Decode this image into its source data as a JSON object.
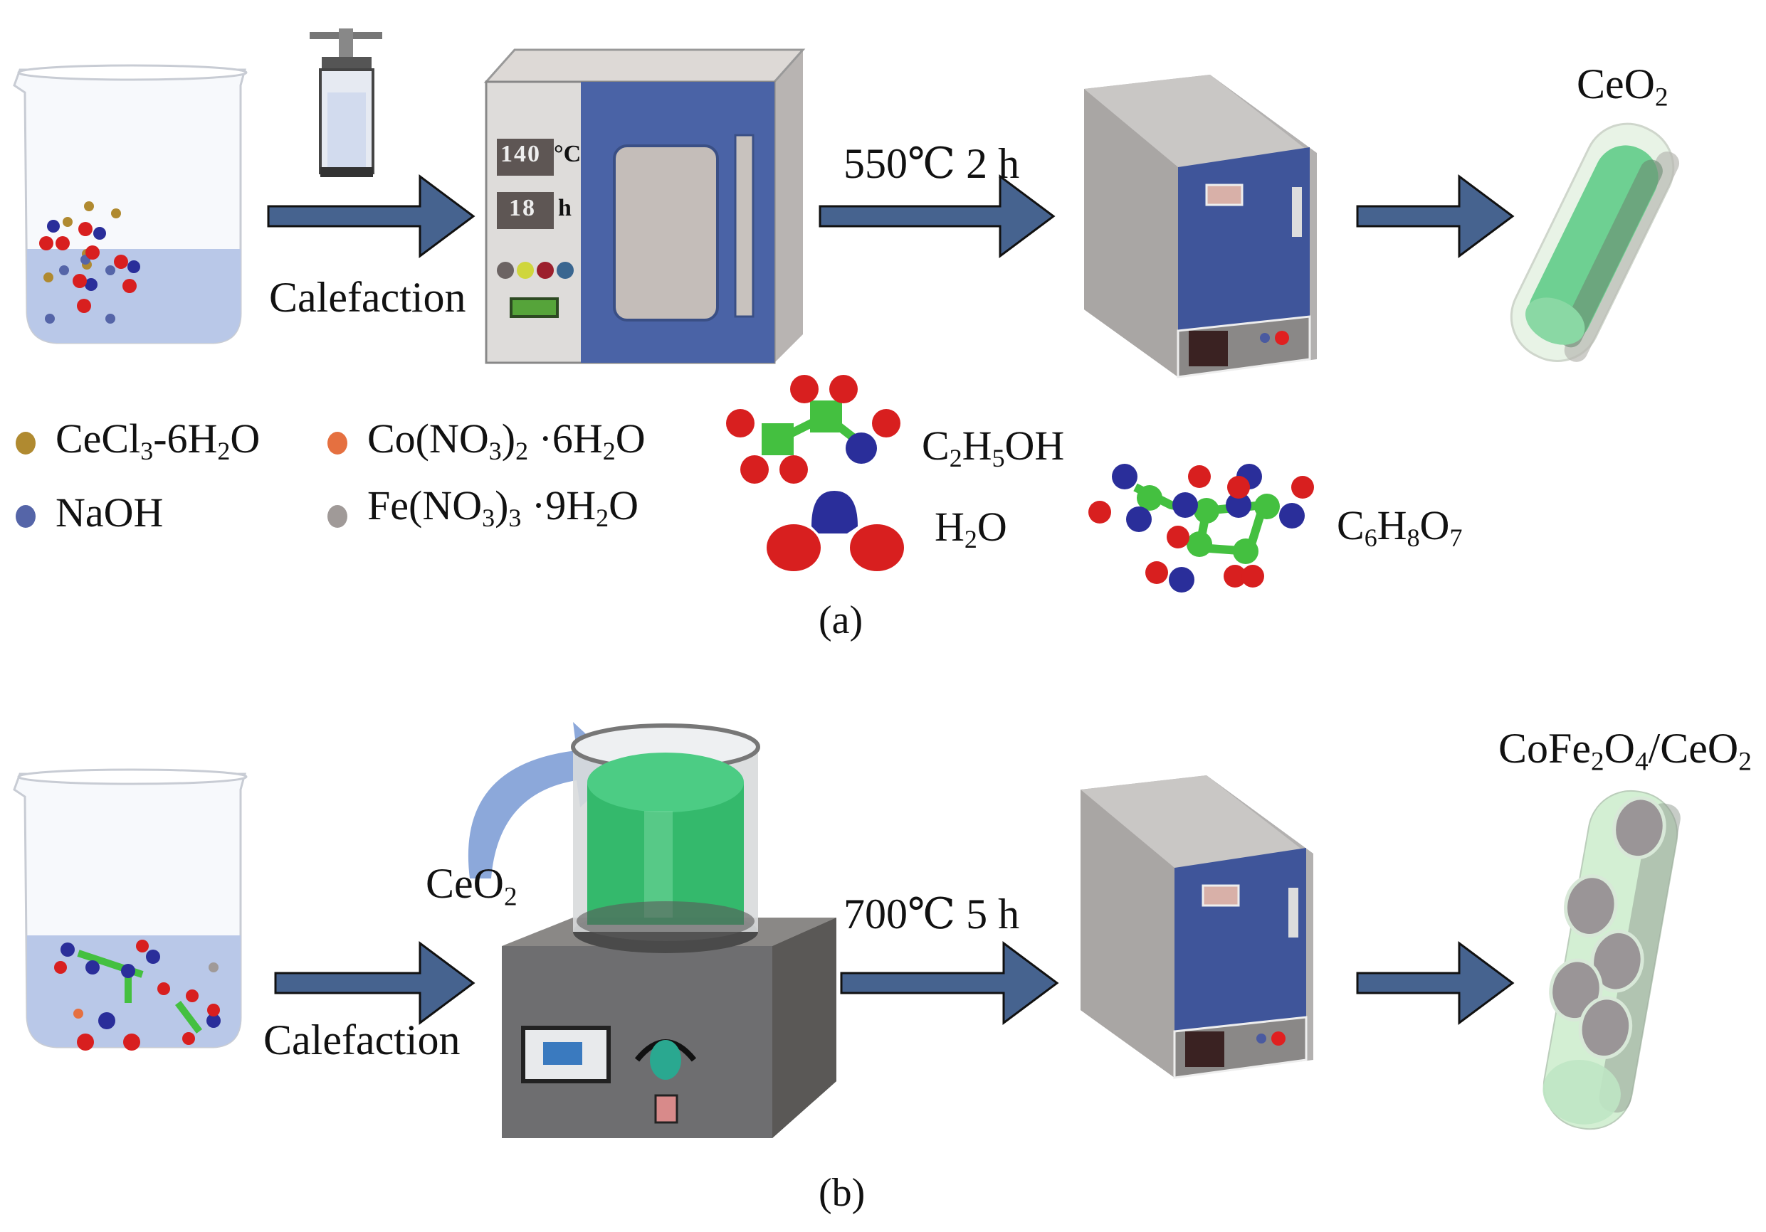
{
  "panel_a": {
    "caption": "(a)",
    "step1_label": "Calefaction",
    "oven_display": {
      "temperature": "140",
      "temp_unit": "°C",
      "time": "18",
      "time_unit": "h"
    },
    "step2_label": "550℃ 2 h",
    "product": {
      "base": "CeO",
      "sub": "2"
    },
    "legend": [
      {
        "name": "CeCl3-6H2O",
        "parts": [
          "CeCl",
          "3",
          "-6H",
          "2",
          "O"
        ],
        "color": "#b08a30"
      },
      {
        "name": "Co(NO3)2 6H2O",
        "parts": [
          "Co(NO",
          "3",
          ")",
          "2",
          " ·6H",
          "2",
          "O"
        ],
        "color": "#e57040"
      },
      {
        "name": "NaOH",
        "parts": [
          "NaOH"
        ],
        "color": "#5565a8"
      },
      {
        "name": "Fe(NO3)3 9H2O",
        "parts": [
          "Fe(NO",
          "3",
          ")",
          "3",
          " ·9H",
          "2",
          "O"
        ],
        "color": "#a09a98"
      }
    ],
    "molecules": [
      {
        "name": "C2H5OH",
        "parts": [
          "C",
          "2",
          "H",
          "5",
          "OH"
        ]
      },
      {
        "name": "H2O",
        "parts": [
          "H",
          "2",
          "O"
        ]
      },
      {
        "name": "C6H8O7",
        "parts": [
          "C",
          "6",
          "H",
          "8",
          "O",
          "7"
        ]
      }
    ]
  },
  "panel_b": {
    "caption": "(b)",
    "step1_label": "Calefaction",
    "added_material": {
      "base": "CeO",
      "sub": "2"
    },
    "step2_label": "700℃ 5 h",
    "product": {
      "parts": [
        "CoFe",
        "2",
        "O",
        "4",
        "/CeO",
        "2"
      ]
    }
  },
  "colors": {
    "arrow_fill": "#46638f",
    "oven_door": "#4a63a6",
    "furnace_door": "#3f559a",
    "solution": "#b9c8e8",
    "green_liquid": "#3cbf78",
    "atom_red": "#d81f1f",
    "atom_blue": "#2a2e9a",
    "atom_green": "#44c040"
  }
}
